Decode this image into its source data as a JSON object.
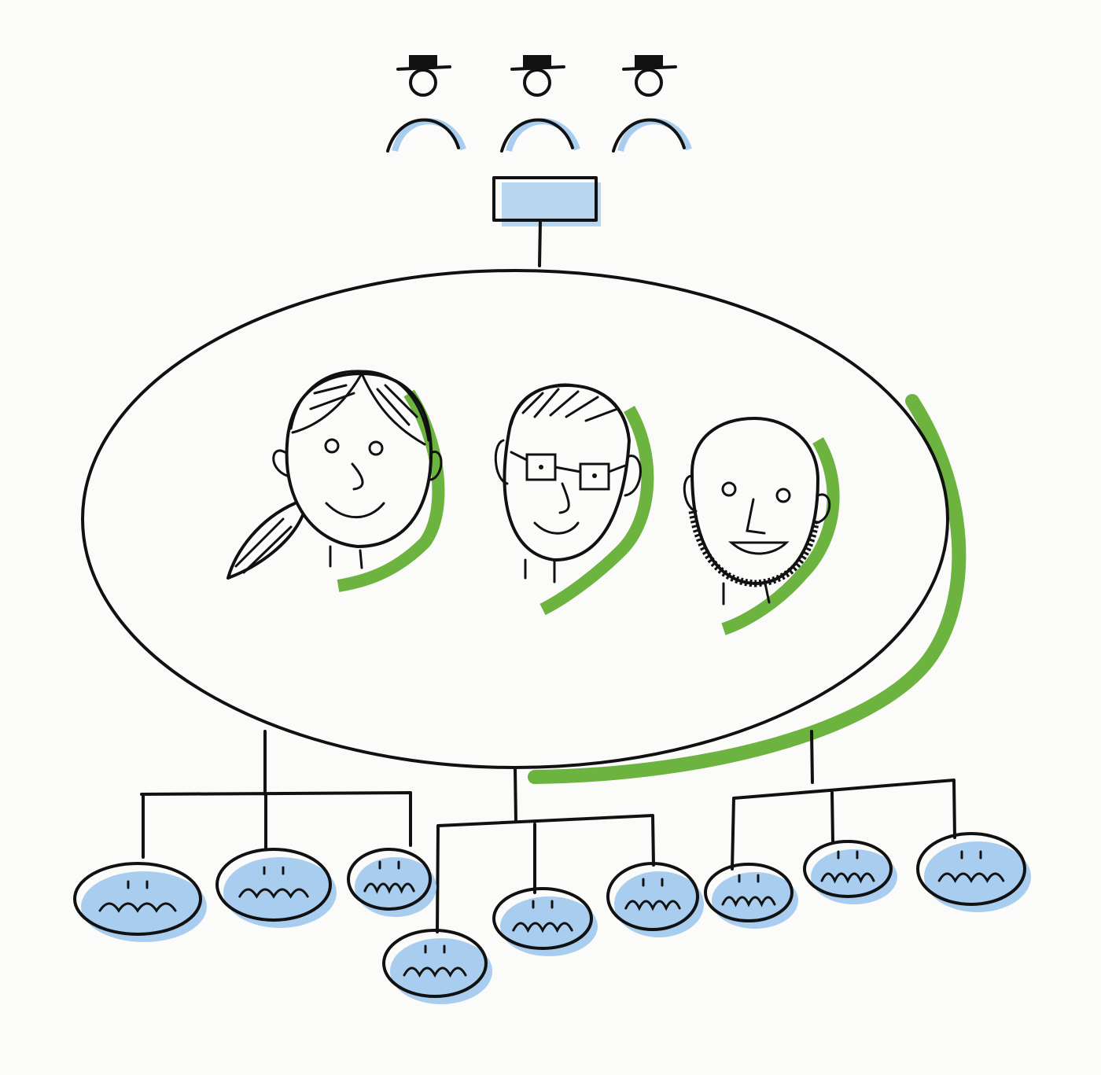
{
  "colors": {
    "ink": "#111111",
    "green_marker": "#5cab2a",
    "blue_shadow": "#a8cdee",
    "paper": "#fbfbfa"
  },
  "top_figures": [
    {
      "hat": true
    },
    {
      "hat": true
    },
    {
      "hat": true
    }
  ],
  "central_group": {
    "faces": [
      "woman-ponytail",
      "man-glasses",
      "bald-bearded-man"
    ]
  },
  "teams": [
    {
      "members": 3
    },
    {
      "members": 3
    },
    {
      "members": 3
    }
  ]
}
